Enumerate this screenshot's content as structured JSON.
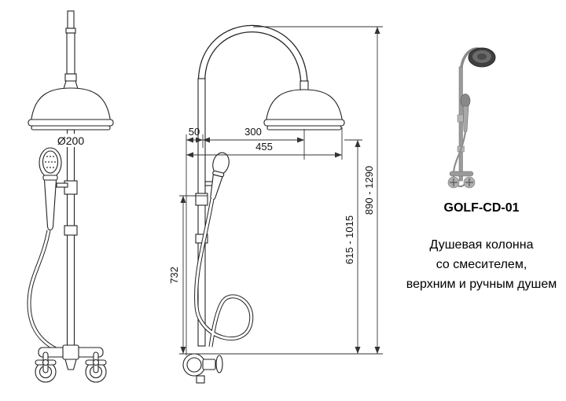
{
  "page": {
    "background": "#ffffff",
    "line_color": "#222222"
  },
  "drawing": {
    "front_view": {
      "head_diameter_label": "Ø200"
    },
    "side_view": {
      "dim_head_offset": "50",
      "dim_head_center": "300",
      "dim_total_reach": "455",
      "dim_hose_drop": "732",
      "dim_column_range": "615 - 1015",
      "dim_total_height_range": "890 - 1290"
    }
  },
  "product": {
    "code": "GOLF-CD-01",
    "description_line_1": "Душевая колонна",
    "description_line_2": "со смесителем,",
    "description_line_3": "верхним и ручным душем"
  }
}
